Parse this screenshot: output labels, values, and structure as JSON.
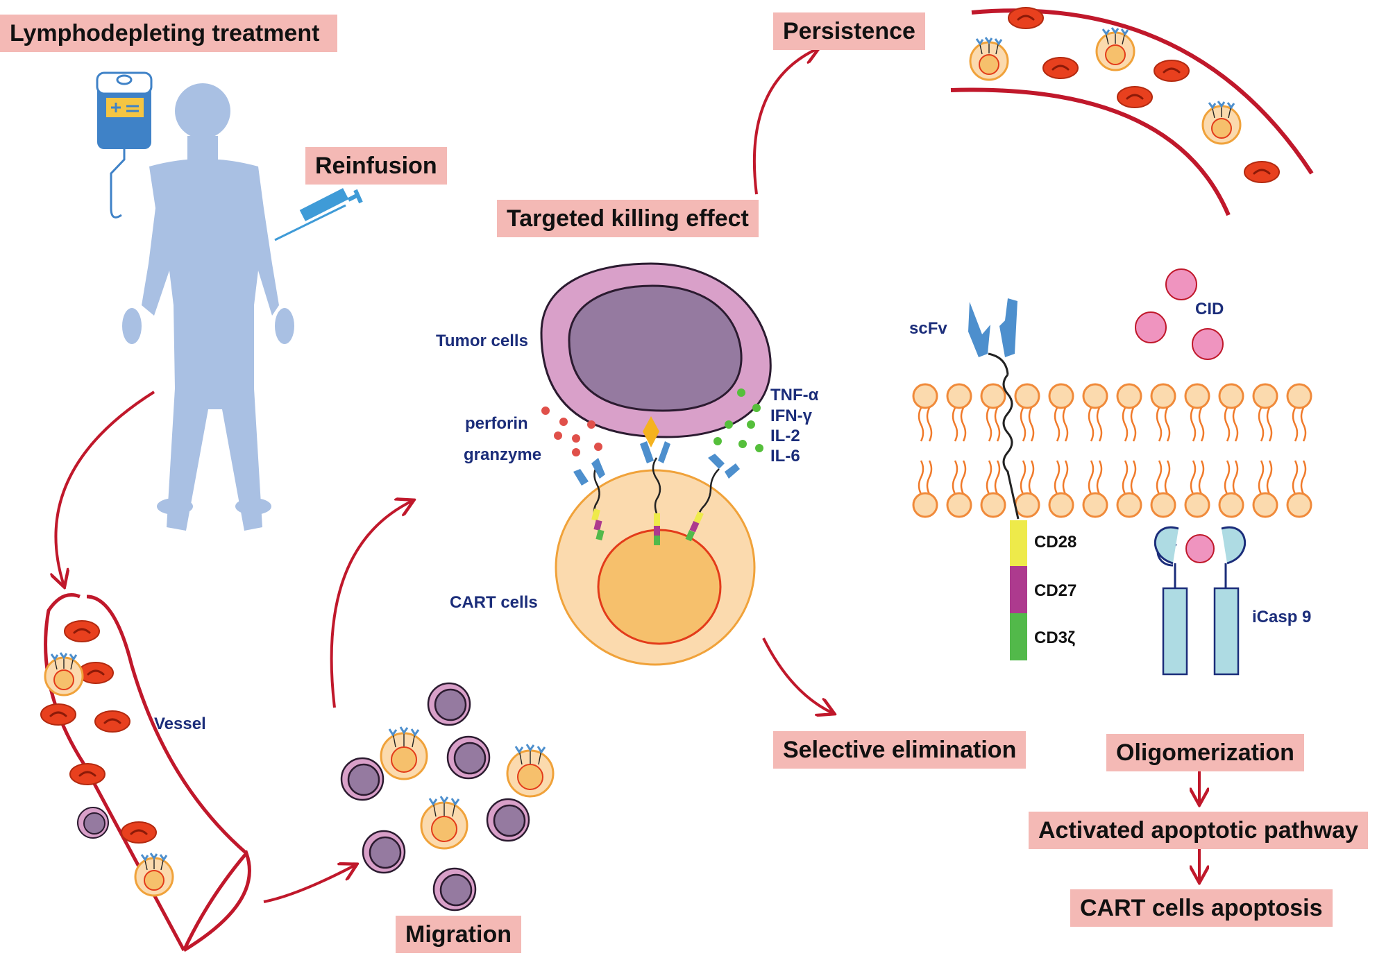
{
  "boxes": {
    "lymphodepleting": "Lymphodepleting treatment",
    "reinfusion": "Reinfusion",
    "persistence": "Persistence",
    "targeted_killing": "Targeted killing effect",
    "migration": "Migration",
    "selective_elimination": "Selective elimination",
    "oligomerization": "Oligomerization",
    "activated_apoptotic": "Activated apoptotic pathway",
    "apoptosis": "CART cells apoptosis"
  },
  "labels": {
    "tumor_cells": "Tumor cells",
    "cart_cells": "CART cells",
    "perforin": "perforin",
    "granzyme": "granzyme",
    "tnf": "TNF-α",
    "ifn": "IFN-γ",
    "il2": "IL-2",
    "il6": "IL-6",
    "vessel": "Vessel",
    "scfv": "scFv",
    "cid": "CID",
    "cd28": "CD28",
    "cd27": "CD27",
    "cd3z": "CD3ζ",
    "icasp9": "iCasp 9"
  },
  "colors": {
    "box_fill": "#f4b9b5",
    "arrow": "#c0182b",
    "label": "#1b2d7a",
    "human": "#a9c0e3",
    "red_cell": "#e8401e",
    "cart_fill": "#fbdaae",
    "cart_nucleus": "#f6c06c",
    "tumor_outer": "#d9a0c9",
    "tumor_inner": "#957aa0",
    "scfv_blue": "#4d8fcd",
    "cd28": "#eeea4a",
    "cd27": "#ad3a8e",
    "cd3z": "#52b94a",
    "cid_pink": "#ef94bf",
    "icasp_blue": "#aedbe3"
  }
}
